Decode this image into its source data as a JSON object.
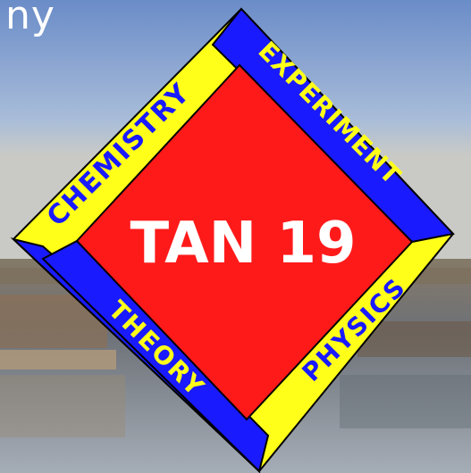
{
  "corner_text": "ny",
  "logo": {
    "center_label": "TAN 19",
    "side_labels": {
      "top_left": "CHEMISTRY",
      "top_right": "EXPERIMENT",
      "bottom_left": "THEORY",
      "bottom_right": "PHYSICS"
    },
    "colors": {
      "center": "#ff1a1a",
      "yellow_band": "#ffff1a",
      "blue_band": "#1a1aff",
      "text_yellow": "#ffff1a",
      "text_blue": "#1a1aff",
      "center_text": "#ffffff",
      "outline": "#000000"
    }
  },
  "background": {
    "sky_top": "#6d8fc9",
    "water": "#7f8a94"
  }
}
